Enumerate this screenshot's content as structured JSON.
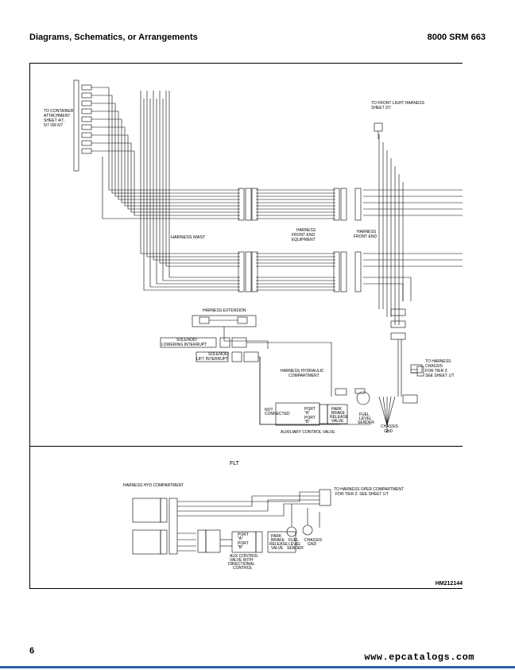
{
  "header": {
    "title": "Diagrams, Schematics, or Arrangements",
    "doc_id": "8000 SRM 663"
  },
  "diagram": {
    "top": {
      "container_attachment": [
        "TO CONTAINER",
        "ATTACHMENT",
        "SHEET 4/7,",
        "5/7 OR 6/7"
      ],
      "front_light": [
        "TO FRONT LIGHT HARNESS",
        "SHEET 2/7"
      ],
      "harness_mast": "HARNESS MAST",
      "harness_front_end_equipment": [
        "HARNESS",
        "FRONT END",
        "EQUIPMENT"
      ],
      "harness_front_end": [
        "HARNESS",
        "FRONT END"
      ],
      "harness_extension": "HARNESS EXTENSION",
      "solenoid_lowering": [
        "SOLENOID",
        "LOWERING INTERRUPT"
      ],
      "solenoid_lift": [
        "SOLENOID",
        "LIFT INTERRUPT"
      ],
      "to_harness_chassis": [
        "TO HARNESS",
        "CHASSIS",
        "FOR TIER 2:",
        "SEE SHEET 1/T"
      ],
      "harness_hydraulic": [
        "HARNESS HYDRAULIC",
        "COMPARTMENT"
      ],
      "not_connected": [
        "NOT",
        "CONNECTED"
      ],
      "port_a": [
        "PORT",
        "\"A\""
      ],
      "port_b": [
        "PORT",
        "\"B\""
      ],
      "aux_control_valve": "AUXILIARY CONTROL VALVE",
      "park_brake_valve": [
        "PARK",
        "BRAKE",
        "RELEASE",
        "VALVE"
      ],
      "fuel_level_sender": [
        "FUEL",
        "LEVEL",
        "SENDER"
      ],
      "chassis_gnd": [
        "CHASSIS",
        "GND"
      ]
    },
    "bottom": {
      "flt": "FLT",
      "harness_hyd_compartment": "HARNESS HYD COMPARTMENT",
      "to_harness_oper": [
        "TO HARNESS OPER COMPARTMENT",
        "FOR TIER 2: SEE SHEET 1/T"
      ],
      "port_a": [
        "PORT",
        "\"A\""
      ],
      "port_b": [
        "PORT",
        "\"B\""
      ],
      "aux_control_valve": [
        "AUX CONTROL",
        "VALVE WITH",
        "DIRECTIONAL",
        "CONTROL"
      ],
      "park_brake_valve": [
        "PARK",
        "BRAKE",
        "RELEASE",
        "VALVE"
      ],
      "fuel_level_sender": [
        "FUEL",
        "LEVEL",
        "SENDER"
      ],
      "chassis_gnd": [
        "CHASSIS",
        "GND"
      ]
    },
    "figure_code": "HM212144"
  },
  "footer": {
    "page_number": "6",
    "site": "www.epcatalogs.com"
  }
}
